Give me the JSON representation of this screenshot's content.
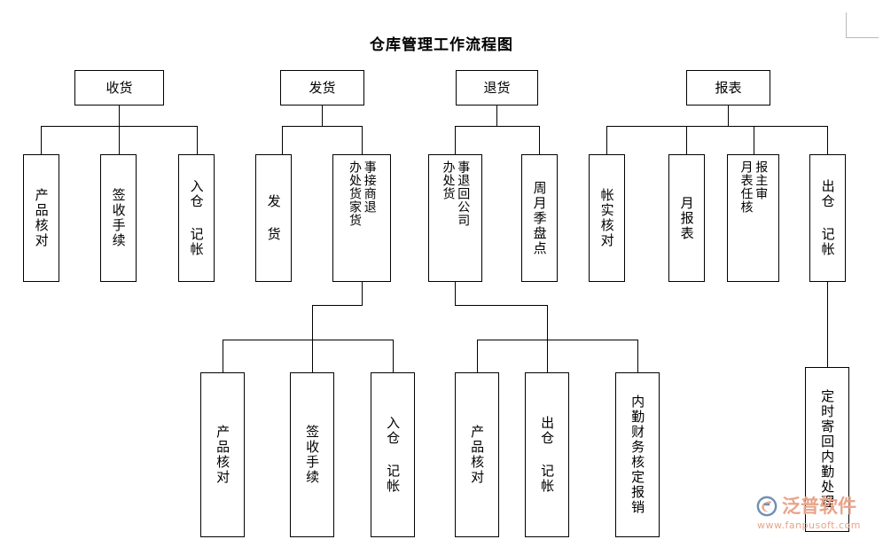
{
  "document": {
    "title": "仓库管理工作流程图"
  },
  "colors": {
    "line": "#000000",
    "box_border": "#000000",
    "background": "#ffffff",
    "watermark_text": "#e8a48a",
    "watermark_logo_blue": "#6f8fb5",
    "watermark_logo_orange": "#e8a48a",
    "corner_guide": "#b9b9b9"
  },
  "flowchart": {
    "type": "organizational-tree",
    "roots": [
      {
        "id": "receiving",
        "label": "收货",
        "children": [
          {
            "id": "recv-check",
            "label": "产品核对"
          },
          {
            "id": "recv-sign",
            "label": "签收手续"
          },
          {
            "id": "recv-instock",
            "label": "入仓 记帐"
          }
        ]
      },
      {
        "id": "shipping",
        "label": "发货",
        "children": [
          {
            "id": "ship-out",
            "label": "发 货"
          },
          {
            "id": "ship-return",
            "label_col_right": "事接商退",
            "label_col_left": "办处货家货",
            "children": [
              {
                "id": "ship-ret-check",
                "label": "产品核对"
              },
              {
                "id": "ship-ret-sign",
                "label": "签收手续"
              },
              {
                "id": "ship-ret-instock",
                "label": "入仓 记帐"
              }
            ]
          }
        ]
      },
      {
        "id": "returns",
        "label": "退货",
        "children": [
          {
            "id": "ret-company",
            "label_col_right": "事退回公司",
            "label_col_left": "办处货",
            "children": [
              {
                "id": "ret-check",
                "label": "产品核对"
              },
              {
                "id": "ret-outwh",
                "label": "出仓 记帐"
              },
              {
                "id": "ret-finance",
                "label": "内勤财务核定报销"
              }
            ]
          },
          {
            "id": "ret-stocktake",
            "label": "周月季盘点"
          }
        ]
      },
      {
        "id": "reports",
        "label": "报表",
        "children": [
          {
            "id": "rpt-reconcile",
            "label": "帐实核对"
          },
          {
            "id": "rpt-monthly",
            "label": "月报表"
          },
          {
            "id": "rpt-approve",
            "label_col_right": "报主审",
            "label_col_left": "月表任核"
          },
          {
            "id": "rpt-outwh",
            "label": "出仓 记帐",
            "children": [
              {
                "id": "rpt-mailback",
                "label": "定时寄回内勤处理"
              }
            ]
          }
        ]
      }
    ]
  },
  "watermark": {
    "brand": "泛普软件",
    "url": "www.fanpusoft.com"
  }
}
